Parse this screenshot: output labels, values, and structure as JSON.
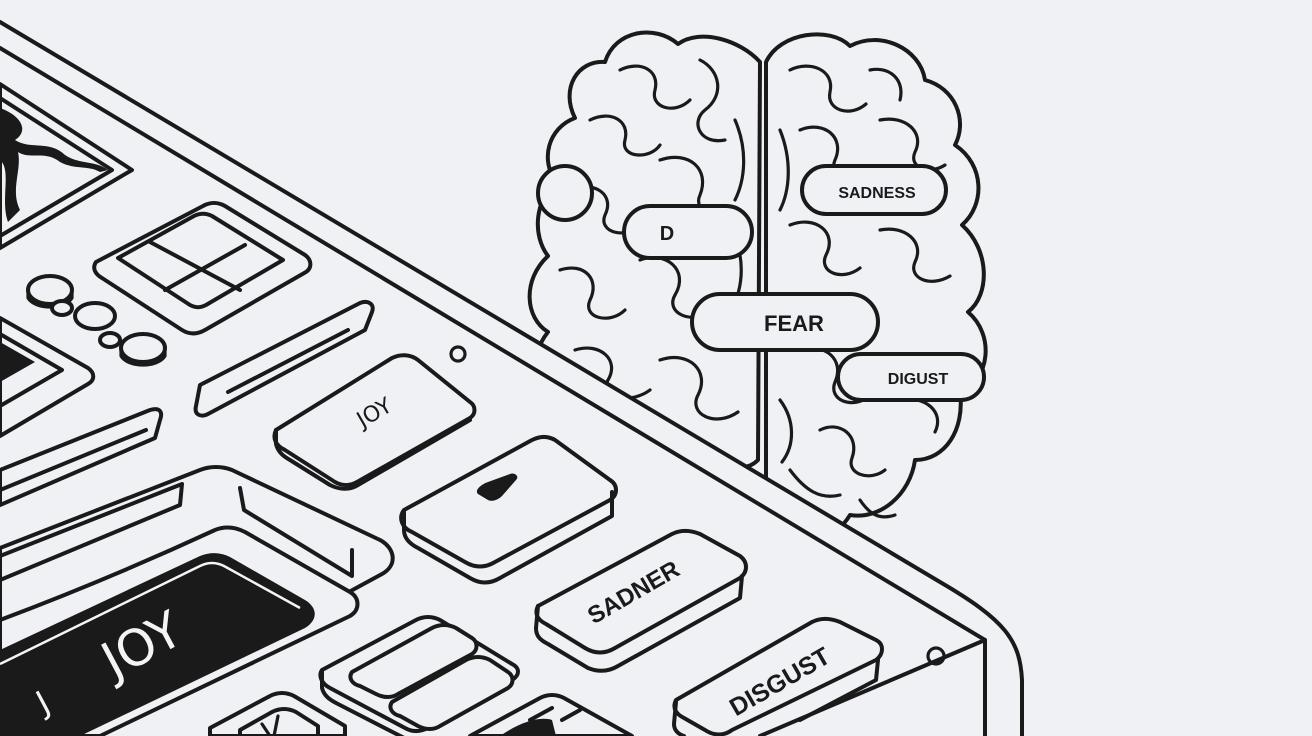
{
  "scene": {
    "background": "#eff1f5",
    "line_color": "#1a1a1a",
    "description": "Line-art illustration of an isometric emotion control panel beside a top-view brain with emotion labels"
  },
  "brain": {
    "labels": [
      {
        "id": "d",
        "text": "D"
      },
      {
        "id": "sadness",
        "text": "SADNESS"
      },
      {
        "id": "fear",
        "text": "FEAR"
      },
      {
        "id": "digust",
        "text": "DIGUST"
      }
    ]
  },
  "panel": {
    "keys": {
      "joy_small": "JOY",
      "joy_display": "JOY",
      "joy_display_prefix": "J",
      "sadner": "SADNER",
      "disgust": "DISGUST"
    },
    "icons": [
      "plus-icon",
      "diamond-icon",
      "mountain-screen-icon",
      "knob-cluster"
    ]
  }
}
